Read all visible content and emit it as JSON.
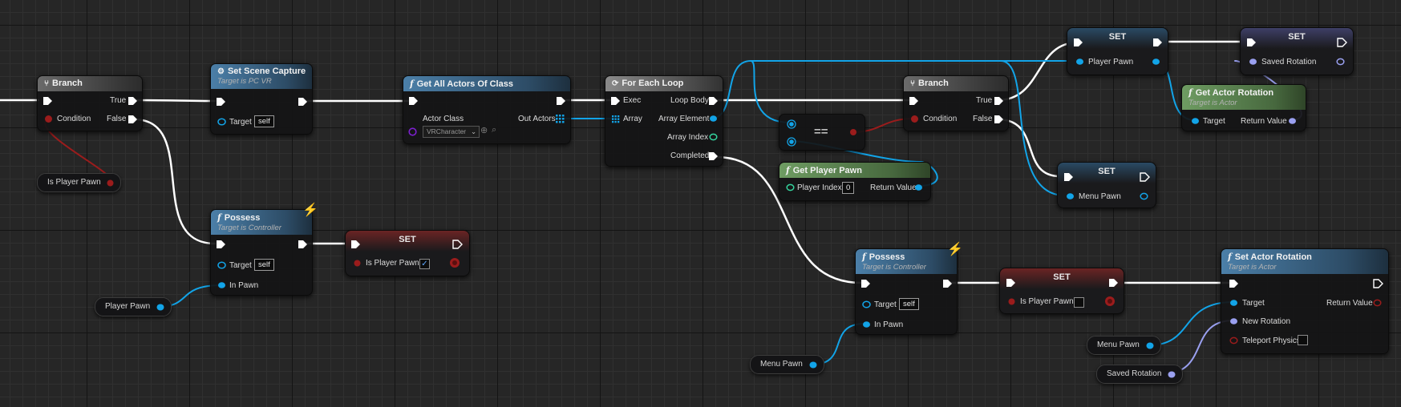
{
  "colors": {
    "exec": "#ffffff",
    "bool": "#9b1c1c",
    "object": "#12a4e8",
    "rotator": "#9aa0f0",
    "class": "#7d20d0",
    "integer": "#34d49d"
  },
  "branch1": {
    "title": "Branch",
    "true": "True",
    "condition": "Condition",
    "false": "False"
  },
  "var_is_player_pawn": {
    "label": "Is Player Pawn"
  },
  "set_scene_capture": {
    "title": "Set Scene Capture",
    "subtitle": "Target is PC VR",
    "target": "Target",
    "target_value": "self"
  },
  "possess1": {
    "title": "Possess",
    "subtitle": "Target is Controller",
    "target": "Target",
    "target_value": "self",
    "in_pawn": "In Pawn"
  },
  "var_player_pawn": {
    "label": "Player Pawn"
  },
  "set_is_player_pawn1": {
    "title": "SET",
    "field": "Is Player Pawn",
    "checked": true,
    "check_mark": "✓"
  },
  "get_all_actors": {
    "title": "Get All Actors Of Class",
    "actor_class": "Actor Class",
    "out_actors": "Out Actors",
    "class_value": "VRCharacter"
  },
  "for_each": {
    "title": "For Each Loop",
    "exec": "Exec",
    "loop_body": "Loop Body",
    "array": "Array",
    "array_element": "Array Element",
    "array_index": "Array Index",
    "completed": "Completed"
  },
  "equals": {
    "label": "=="
  },
  "get_player_pawn": {
    "title": "Get Player Pawn",
    "player_index": "Player Index",
    "player_index_value": "0",
    "return_value": "Return Value"
  },
  "branch2": {
    "title": "Branch",
    "true": "True",
    "condition": "Condition",
    "false": "False"
  },
  "set_player_pawn": {
    "title": "SET",
    "field": "Player Pawn"
  },
  "set_saved_rotation": {
    "title": "SET",
    "field": "Saved Rotation"
  },
  "get_actor_rotation": {
    "title": "Get Actor Rotation",
    "subtitle": "Target is Actor",
    "target": "Target",
    "return_value": "Return Value"
  },
  "set_menu_pawn": {
    "title": "SET",
    "field": "Menu Pawn"
  },
  "possess2": {
    "title": "Possess",
    "subtitle": "Target is Controller",
    "target": "Target",
    "target_value": "self",
    "in_pawn": "In Pawn"
  },
  "var_menu_pawn1": {
    "label": "Menu Pawn"
  },
  "set_is_player_pawn2": {
    "title": "SET",
    "field": "Is Player Pawn",
    "checked": false
  },
  "set_actor_rotation": {
    "title": "Set Actor Rotation",
    "subtitle": "Target is Actor",
    "target": "Target",
    "return_value": "Return Value",
    "new_rotation": "New Rotation",
    "teleport_physics": "Teleport Physics"
  },
  "var_menu_pawn2": {
    "label": "Menu Pawn"
  },
  "var_saved_rotation": {
    "label": "Saved Rotation"
  }
}
